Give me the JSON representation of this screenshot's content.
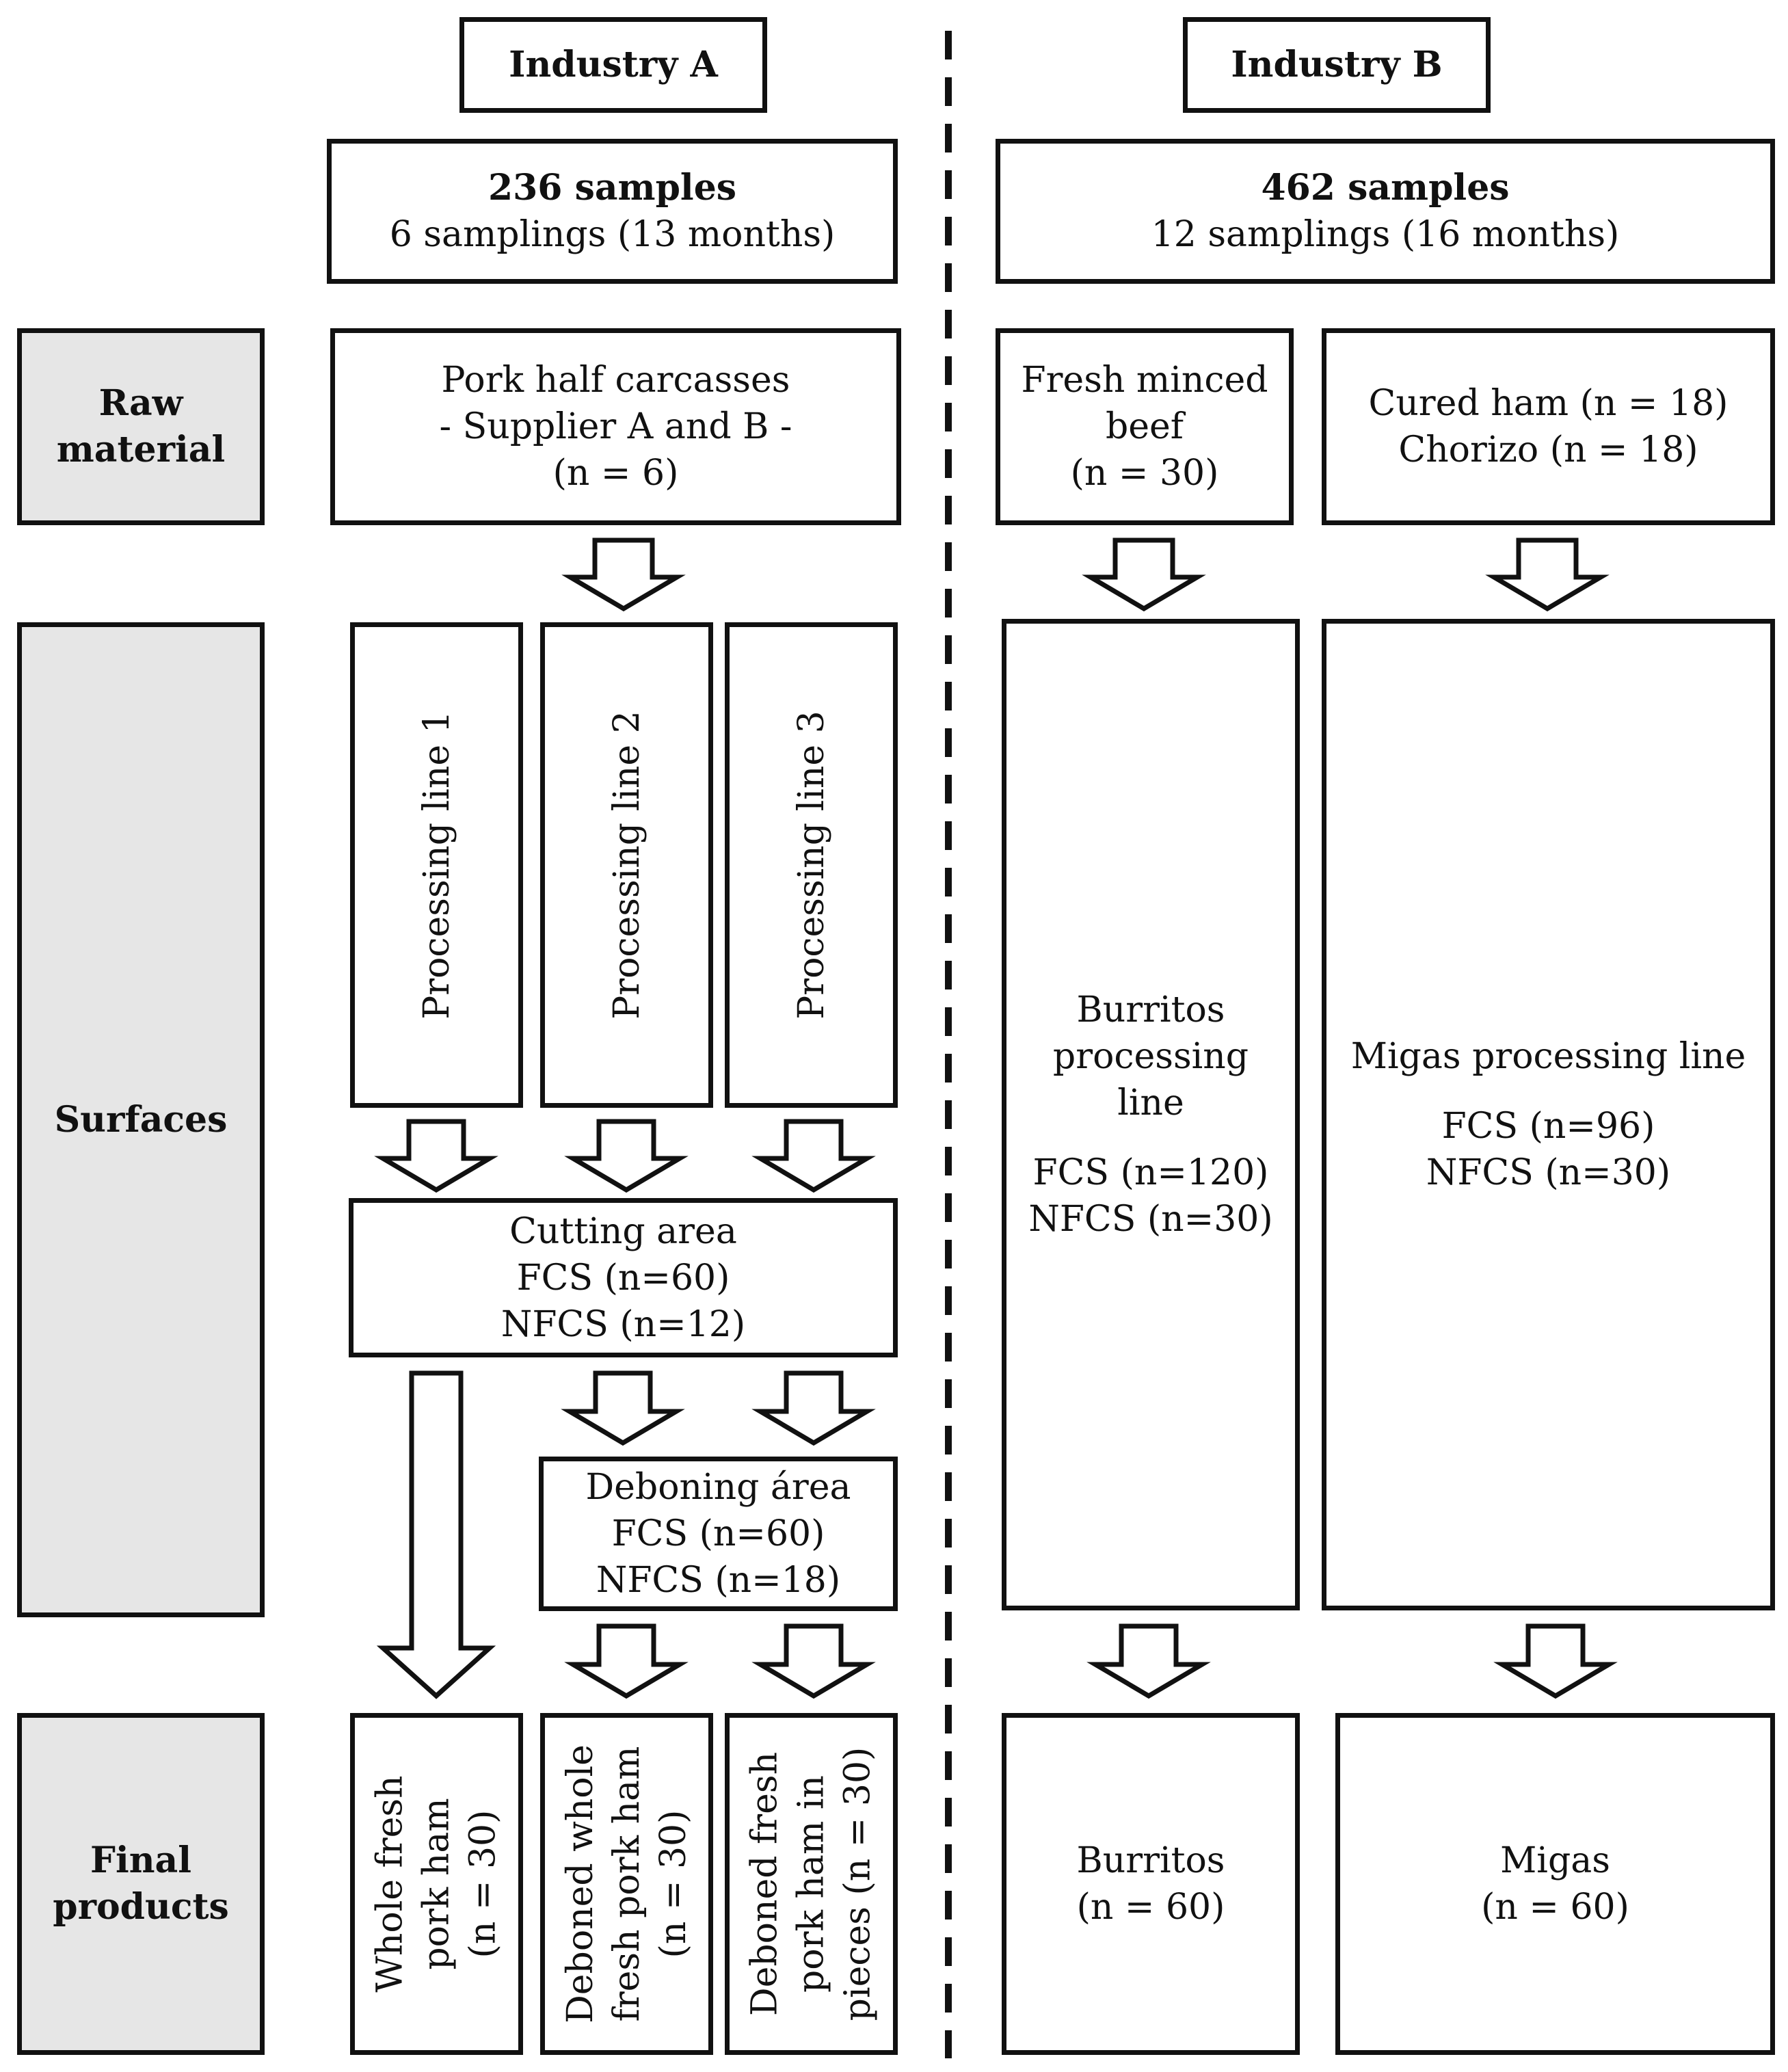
{
  "industries": {
    "a": {
      "title": "Industry A",
      "samples": "236 samples",
      "samplings": "6 samplings (13 months)"
    },
    "b": {
      "title": "Industry B",
      "samples": "462 samples",
      "samplings": "12 samplings (16 months)"
    }
  },
  "stages": {
    "raw": [
      "Raw",
      "material"
    ],
    "surfaces": "Surfaces",
    "final": [
      "Final",
      "products"
    ]
  },
  "a": {
    "raw": [
      "Pork half carcasses",
      "- Supplier A and B -",
      "(n = 6)"
    ],
    "lines": [
      "Processing line 1",
      "Processing line 2",
      "Processing line 3"
    ],
    "cutting": [
      "Cutting area",
      "FCS (n=60)",
      "NFCS (n=12)"
    ],
    "deboning": [
      "Deboning área",
      "FCS (n=60)",
      "NFCS (n=18)"
    ],
    "products": [
      [
        "Whole fresh",
        "pork ham",
        "(n = 30)"
      ],
      [
        "Deboned whole",
        "fresh pork ham",
        "(n = 30)"
      ],
      [
        "Deboned fresh",
        "pork ham in",
        "pieces (n = 30)"
      ]
    ]
  },
  "b": {
    "raw1": [
      "Fresh minced",
      "beef",
      "(n = 30)"
    ],
    "raw2": [
      "Cured ham (n = 18)",
      "Chorizo (n = 18)"
    ],
    "line1": {
      "name": [
        "Burritos",
        "processing",
        "line"
      ],
      "counts": [
        "FCS (n=120)",
        "NFCS (n=30)"
      ]
    },
    "line2": {
      "name": [
        "Migas processing line"
      ],
      "counts": [
        "FCS (n=96)",
        "NFCS (n=30)"
      ]
    },
    "product1": [
      "Burritos",
      "(n = 60)"
    ],
    "product2": [
      "Migas",
      "(n = 60)"
    ]
  }
}
